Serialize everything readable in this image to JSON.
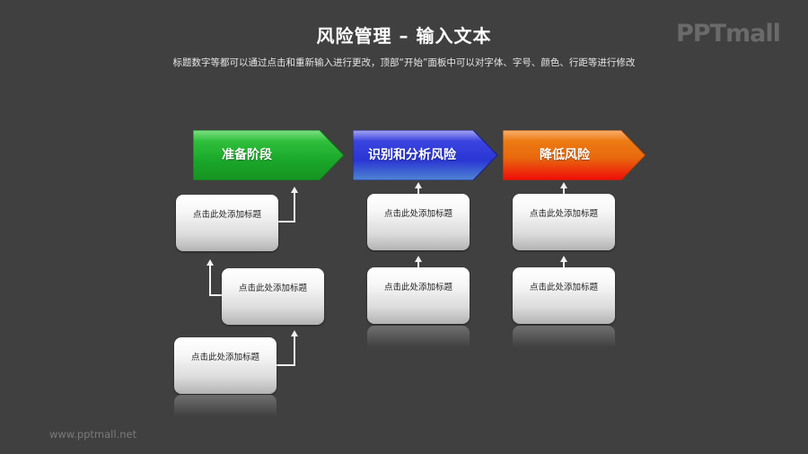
{
  "header": {
    "title": "风险管理 – 输入文本",
    "subtitle": "标题数字等都可以通过点击和重新输入进行更改，顶部“开始”面板中可以对字体、字号、颜色、行距等进行修改"
  },
  "logo": "PPTmall",
  "footer": {
    "url": "www.pptmall.net"
  },
  "stages": [
    {
      "label": "准备阶段",
      "color_top": "#5fd36a",
      "color_mid": "#1fae2f",
      "color_bottom": "#1a9a28"
    },
    {
      "label": "识别和分析风险",
      "color_top": "#8f8ff0",
      "color_mid": "#2a35d9",
      "color_bottom": "#4a7ad0"
    },
    {
      "label": "降低风险",
      "color_top": "#f5a050",
      "color_mid": "#e8700f",
      "color_bottom": "#ee1010"
    }
  ],
  "boxes": {
    "stage1": [
      "点击此处添加标题",
      "点击此处添加标题",
      "点击此处添加标题"
    ],
    "stage2": [
      "点击此处添加标题",
      "点击此处添加标题"
    ],
    "stage3": [
      "点击此处添加标题",
      "点击此处添加标题"
    ]
  }
}
